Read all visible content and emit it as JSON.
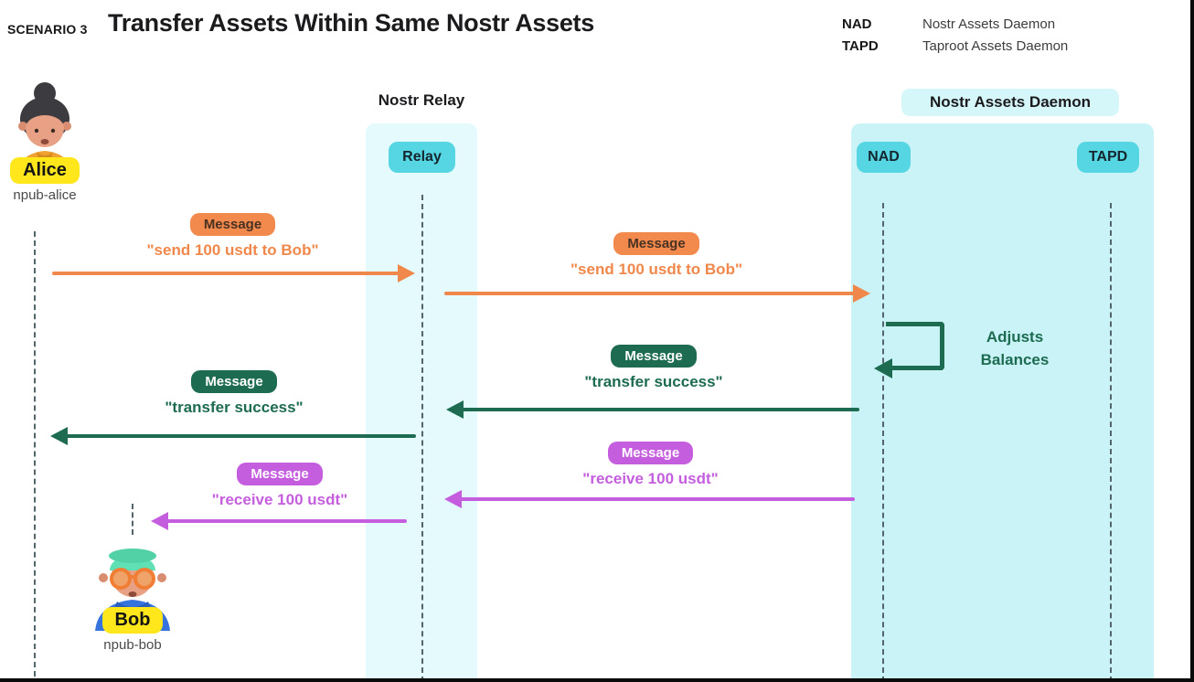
{
  "title": {
    "scenario": "SCENARIO 3",
    "heading": "Transfer Assets Within Same Nostr Assets"
  },
  "legend": {
    "items": [
      {
        "abbr": "NAD",
        "name": "Nostr Assets Daemon"
      },
      {
        "abbr": "TAPD",
        "name": "Taproot Assets Daemon"
      }
    ]
  },
  "columns": {
    "relay_header": "Nostr Relay",
    "nad_header": "Nostr Assets Daemon",
    "relay_chip": "Relay",
    "nad_chip": "NAD",
    "tapd_chip": "TAPD"
  },
  "actors": {
    "alice": {
      "name": "Alice",
      "npub": "npub-alice"
    },
    "bob": {
      "name": "Bob",
      "npub": "npub-bob"
    }
  },
  "messages": [
    {
      "badge": "Message",
      "text": "\"send 100 usdt to Bob\"",
      "from": "Alice",
      "to": "Relay",
      "direction": "right",
      "color": "#F0884C"
    },
    {
      "badge": "Message",
      "text": "\"send 100 usdt to Bob\"",
      "from": "Relay",
      "to": "NAD",
      "direction": "right",
      "color": "#F0884C"
    },
    {
      "badge": "Message",
      "text": "\"transfer success\"",
      "from": "NAD",
      "to": "Relay",
      "direction": "left",
      "color": "#1D6B50"
    },
    {
      "badge": "Message",
      "text": "\"transfer success\"",
      "from": "Relay",
      "to": "Alice",
      "direction": "left",
      "color": "#1D6B50"
    },
    {
      "badge": "Message",
      "text": "\"receive 100 usdt\"",
      "from": "NAD",
      "to": "Relay",
      "direction": "left",
      "color": "#C55EDE"
    },
    {
      "badge": "Message",
      "text": "\"receive 100 usdt\"",
      "from": "Relay",
      "to": "Bob",
      "direction": "left",
      "color": "#C55EDE"
    }
  ],
  "self_action": {
    "actor": "NAD",
    "line1": "Adjusts",
    "line2": "Balances",
    "color": "#1D6B50"
  },
  "colors": {
    "orange": "#F0884C",
    "green": "#1D6B50",
    "purple": "#C55EDE",
    "turquoise_chip": "#55D6E2",
    "relay_band": "#E4FAFD",
    "nad_band": "#C9F3F7",
    "nad_header_bg": "#D6F7FA",
    "name_chip_yellow": "#FFE71C",
    "lifeline": "#53646B"
  }
}
